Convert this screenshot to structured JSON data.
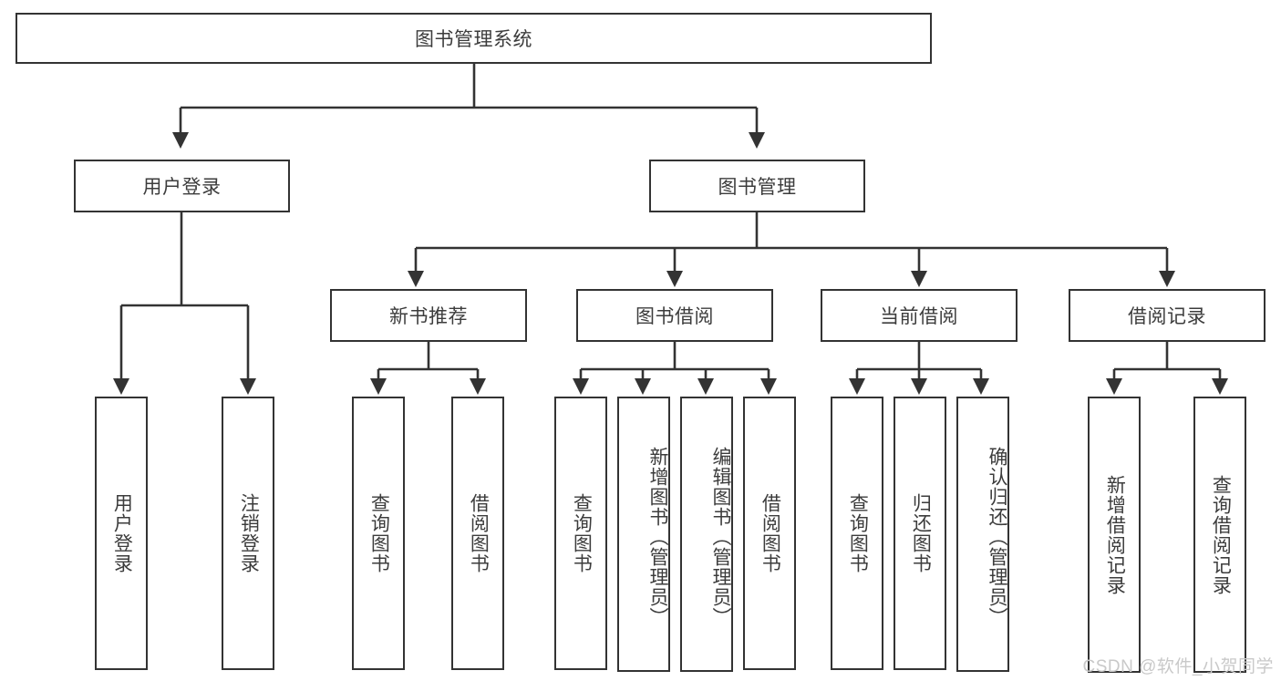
{
  "diagram": {
    "title_text": "图书管理系统",
    "colors": {
      "stroke": "#333333",
      "text": "#3c3c3c",
      "background": "#ffffff",
      "watermark": "#c9c9c9"
    },
    "root": {
      "label": "图书管理系统"
    },
    "level2": [
      {
        "label": "用户登录"
      },
      {
        "label": "图书管理"
      }
    ],
    "level3": [
      {
        "label": "新书推荐"
      },
      {
        "label": "图书借阅"
      },
      {
        "label": "当前借阅"
      },
      {
        "label": "借阅记录"
      }
    ],
    "leaves": {
      "user_login": [
        {
          "label": "用户登录"
        },
        {
          "label": "注销登录"
        }
      ],
      "new_book_recommend": [
        {
          "label": "查询图书"
        },
        {
          "label": "借阅图书"
        }
      ],
      "book_borrow": [
        {
          "label": "查询图书"
        },
        {
          "label": "新增图书（管理员）"
        },
        {
          "label": "编辑图书（管理员）"
        },
        {
          "label": "借阅图书"
        }
      ],
      "current_borrow": [
        {
          "label": "查询图书"
        },
        {
          "label": "归还图书"
        },
        {
          "label": "确认归还（管理员）"
        }
      ],
      "borrow_record": [
        {
          "label": "新增借阅记录"
        },
        {
          "label": "查询借阅记录"
        }
      ]
    },
    "watermark": "CSDN @软件_小贺同学"
  }
}
